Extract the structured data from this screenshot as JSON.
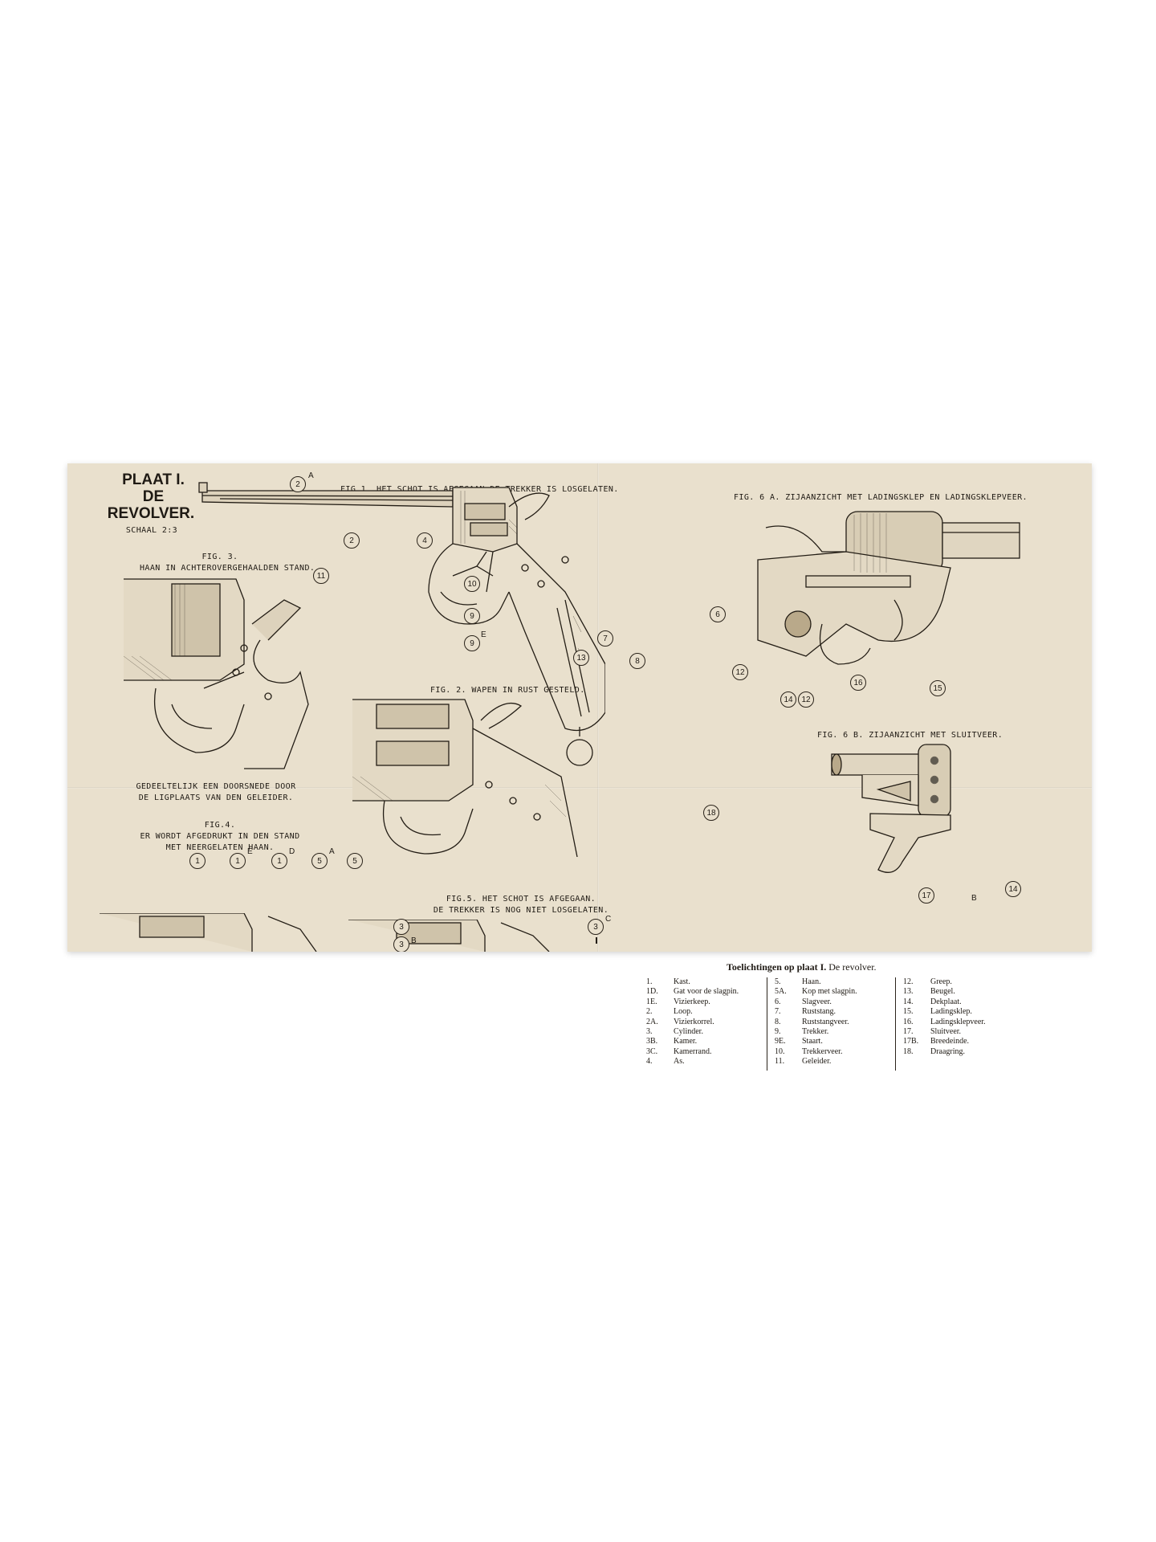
{
  "plate": {
    "title_line1": "PLAAT I.",
    "title_line2": "DE",
    "title_line3": "REVOLVER.",
    "scale": "SCHAAL 2:3"
  },
  "figures": {
    "fig1": "FIG.1. HET SCHOT IS AFGEGAAN  DE TREKKER IS LOSGELATEN.",
    "fig2": "FIG. 2. WAPEN IN RUST GESTELD.",
    "fig3_line1": "FIG. 3.",
    "fig3_line2": "HAAN IN ACHTEROVERGEHAALDEN STAND.",
    "fig3_note_line1": "GEDEELTELIJK EEN DOORSNEDE DOOR",
    "fig3_note_line2": "DE LIGPLAATS VAN DEN GELEIDER.",
    "fig4_line1": "FIG.4.",
    "fig4_line2": "ER WORDT AFGEDRUKT IN DEN STAND",
    "fig4_line3": "MET NEERGELATEN HAAN.",
    "fig5_line1": "FIG.5. HET SCHOT IS AFGEGAAN.",
    "fig5_line2": "DE TREKKER IS NOG NIET LOSGELATEN.",
    "fig6a": "FIG. 6 A. ZIJAANZICHT MET LADINGSKLEP EN LADINGSKLEPVEER.",
    "fig6b": "FIG. 6 B. ZIJAANZICHT  MET  SLUITVEER."
  },
  "callouts": {
    "c_2a": "2",
    "c_2": "2",
    "c_4": "4",
    "c_10": "10",
    "c_9": "9",
    "c_9e": "9",
    "c_7": "7",
    "c_13": "13",
    "c_8": "8",
    "c_6": "6",
    "c_12": "12",
    "c_18": "18",
    "c_11": "11",
    "c_1a": "1",
    "c_1b": "1",
    "c_1c": "1",
    "c_5a": "5",
    "c_5b": "5",
    "c_3a": "3",
    "c_3b": "3",
    "c_3c": "3",
    "c_14": "14",
    "c_12b": "12",
    "c_16": "16",
    "c_15": "15",
    "c_17": "17",
    "c_14b": "14"
  },
  "letters": {
    "a": "A",
    "e": "E",
    "e2": "E",
    "d": "D",
    "a2": "A",
    "b": "B",
    "c": "C",
    "b2": "B"
  },
  "legend": {
    "title_bold": "Toelichtingen op plaat I.",
    "title_rest": "De revolver.",
    "col1": [
      {
        "num": "1.",
        "label": "Kast."
      },
      {
        "num": "1D.",
        "label": "Gat voor de slagpin."
      },
      {
        "num": "1E.",
        "label": "Vizierkeep."
      },
      {
        "num": "2.",
        "label": "Loop."
      },
      {
        "num": "2A.",
        "label": "Vizierkorrel."
      },
      {
        "num": "3.",
        "label": "Cylinder."
      },
      {
        "num": "3B.",
        "label": "Kamer."
      },
      {
        "num": "3C.",
        "label": "Kamerrand."
      },
      {
        "num": "4.",
        "label": "As."
      }
    ],
    "col2": [
      {
        "num": "5.",
        "label": "Haan."
      },
      {
        "num": "5A.",
        "label": "Kop met slagpin."
      },
      {
        "num": "6.",
        "label": "Slagveer."
      },
      {
        "num": "7.",
        "label": "Ruststang."
      },
      {
        "num": "8.",
        "label": "Ruststangveer."
      },
      {
        "num": "9.",
        "label": "Trekker."
      },
      {
        "num": "9E.",
        "label": "Staart."
      },
      {
        "num": "10.",
        "label": "Trekkerveer."
      },
      {
        "num": "11.",
        "label": "Geleider."
      }
    ],
    "col3": [
      {
        "num": "12.",
        "label": "Greep."
      },
      {
        "num": "13.",
        "label": "Beugel."
      },
      {
        "num": "14.",
        "label": "Dekplaat."
      },
      {
        "num": "15.",
        "label": "Ladingsklep."
      },
      {
        "num": "16.",
        "label": "Ladingsklepveer."
      },
      {
        "num": "17.",
        "label": "Sluitveer."
      },
      {
        "num": "17B.",
        "label": "Breedeinde."
      },
      {
        "num": "18.",
        "label": "Draagring."
      }
    ]
  }
}
